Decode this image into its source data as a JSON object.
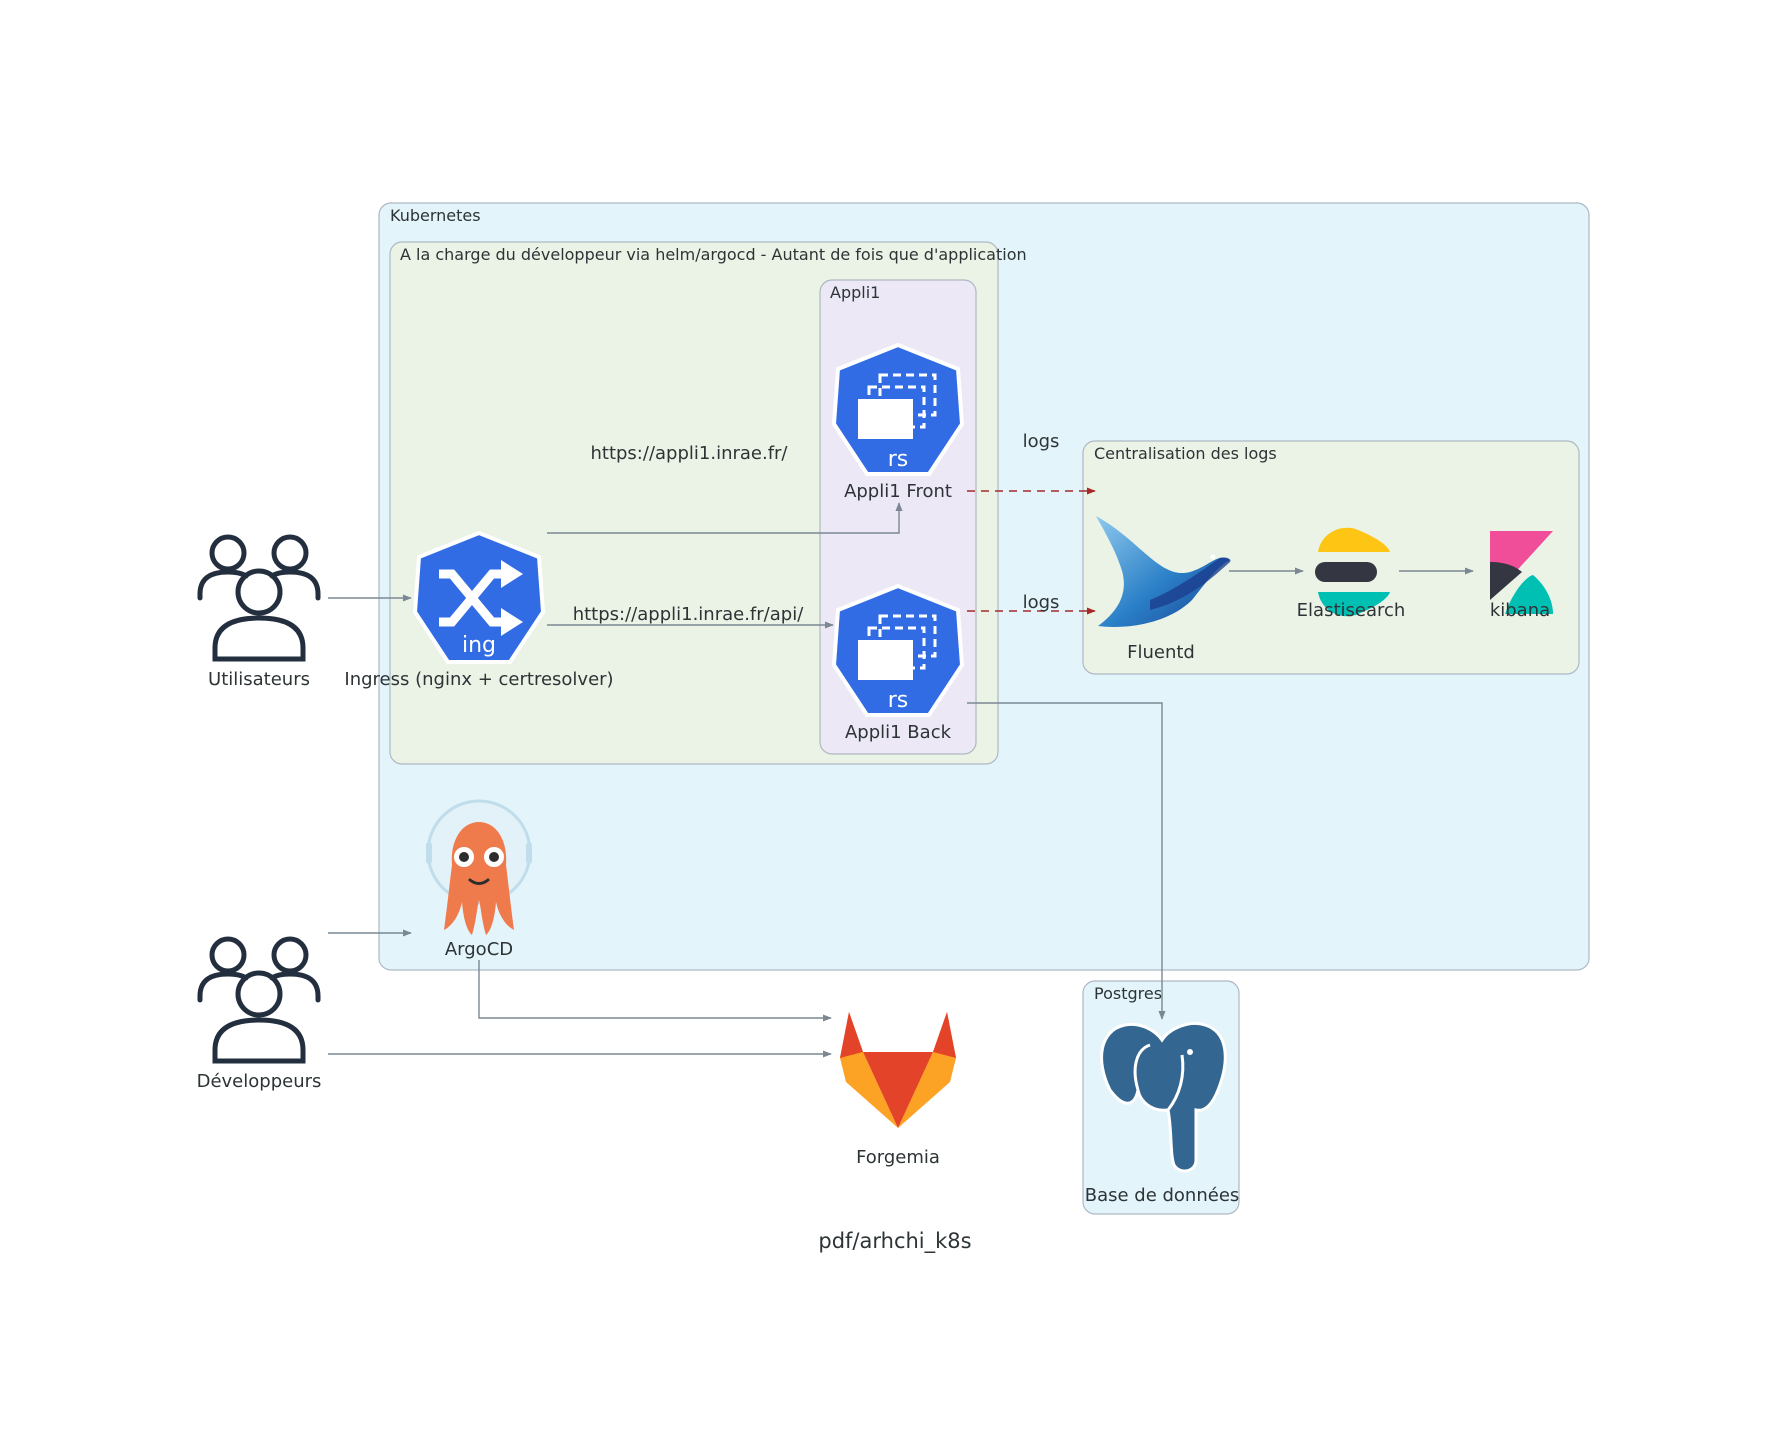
{
  "clusters": {
    "kubernetes": "Kubernetes",
    "dev": "A la charge du développeur via helm/argocd - Autant de fois que d'application",
    "appli1": "Appli1",
    "logs": "Centralisation des logs",
    "postgres": "Postgres"
  },
  "nodes": {
    "users": "Utilisateurs",
    "ingress": "Ingress (nginx + certresolver)",
    "ingress_badge": "ing",
    "front": "Appli1 Front",
    "back": "Appli1 Back",
    "rs_badge": "rs",
    "fluentd": "Fluentd",
    "elasticsearch": "Elastisearch",
    "kibana": "kibana",
    "argocd": "ArgoCD",
    "developers": "Développeurs",
    "forgemia": "Forgemia",
    "database": "Base de données"
  },
  "edges": {
    "to_front": "https://appli1.inrae.fr/",
    "to_back": "https://appli1.inrae.fr/api/",
    "logs_front": "logs",
    "logs_back": "logs"
  },
  "caption": "pdf/arhchi_k8s",
  "colors": {
    "kubernetes_bg": "#E4F4FB",
    "dev_bg": "#EBF3E7",
    "appli_bg": "#ECE8F6",
    "k8s_blue": "#326CE5",
    "edge_gray": "#7B8894",
    "log_red": "#A52A2A"
  }
}
